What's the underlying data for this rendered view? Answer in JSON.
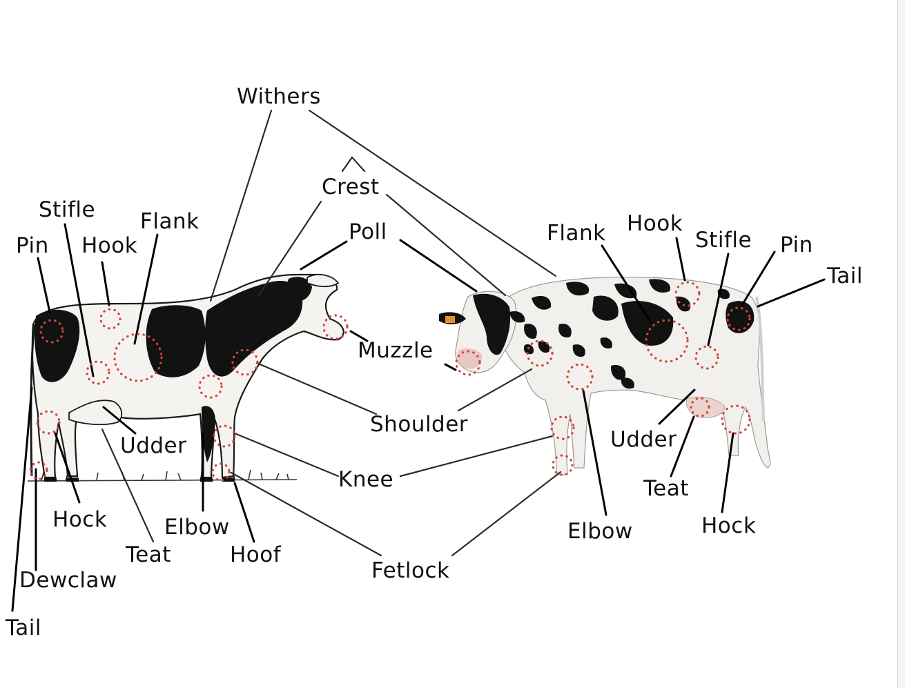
{
  "colors": {
    "marker": "#d2453c",
    "line": "#2a2a2a",
    "ink": "#111111",
    "cow_white": "#f2f0ec",
    "cow_black": "#121212",
    "sketch_ink": "#1a1a1a",
    "grass": "#333333"
  },
  "labels": {
    "withers": "Withers",
    "crest": "Crest",
    "poll": "Poll",
    "muzzle": "Muzzle",
    "shoulder": "Shoulder",
    "knee": "Knee",
    "fetlock": "Fetlock",
    "left": {
      "stifle": "Stifle",
      "flank": "Flank",
      "pin": "Pin",
      "hook": "Hook",
      "udder": "Udder",
      "hock": "Hock",
      "elbow": "Elbow",
      "teat": "Teat",
      "hoof": "Hoof",
      "dewclaw": "Dewclaw",
      "tail": "Tail"
    },
    "right": {
      "flank": "Flank",
      "hook": "Hook",
      "stifle": "Stifle",
      "pin": "Pin",
      "tail": "Tail",
      "udder": "Udder",
      "teat": "Teat",
      "hock": "Hock",
      "elbow": "Elbow"
    }
  }
}
